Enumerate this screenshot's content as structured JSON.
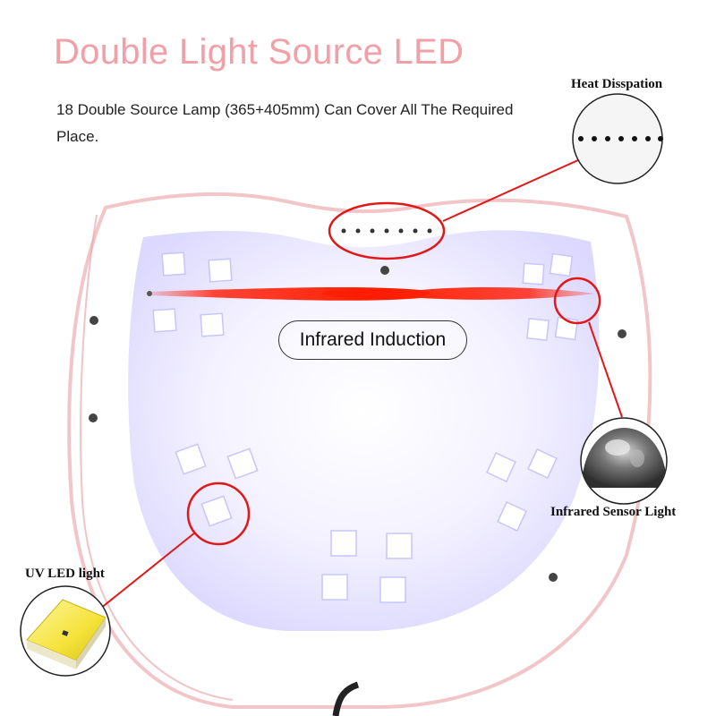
{
  "title": "Double Light Source LED",
  "subtitle": "18 Double Source Lamp (365+405mm) Can Cover All The Required Place.",
  "callouts": {
    "heat": "Heat Disspation",
    "sensor": "Infrared Sensor Light",
    "uv": "UV LED light",
    "infrared": "Infrared Induction"
  },
  "colors": {
    "title_pink": "#f0a0a6",
    "callout_red": "#e01818",
    "shell_pink": "#f2c6c8",
    "uv_glow": "#ece8ff",
    "sensor_beam": "#ff2a10"
  }
}
